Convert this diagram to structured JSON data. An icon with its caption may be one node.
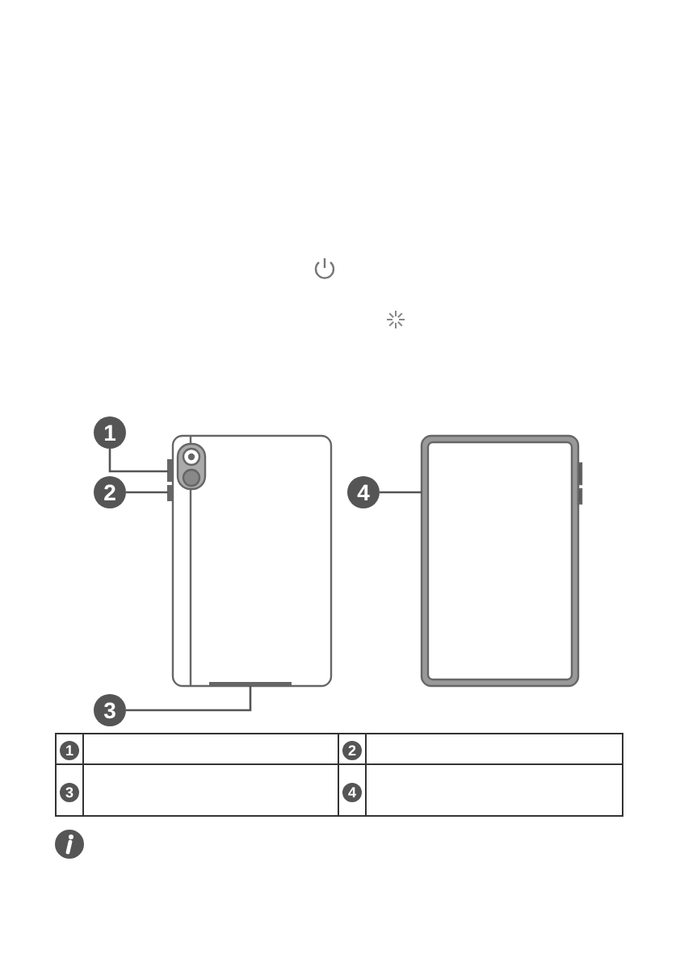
{
  "diagram": {
    "nodes": [
      {
        "text": [
          "1"
        ]
      },
      {
        "text": [
          "2"
        ]
      },
      {
        "text": [
          "3"
        ]
      },
      {
        "text": [
          "4"
        ]
      },
      {
        "text": [],
        "shape": "box"
      },
      {
        "text": [],
        "shape": "box"
      },
      {
        "text": [],
        "shape": "box"
      },
      {
        "text": [],
        "shape": "box"
      }
    ],
    "edges": [
      {
        "from": 0,
        "to": 4,
        "arrow": "none"
      },
      {
        "from": 1,
        "to": 5,
        "arrow": "none"
      },
      {
        "from": 2,
        "to": 6,
        "arrow": "none"
      },
      {
        "from": 3,
        "to": 7,
        "arrow": "none"
      }
    ],
    "labels": [
      "1",
      "2",
      "3",
      "4"
    ]
  }
}
